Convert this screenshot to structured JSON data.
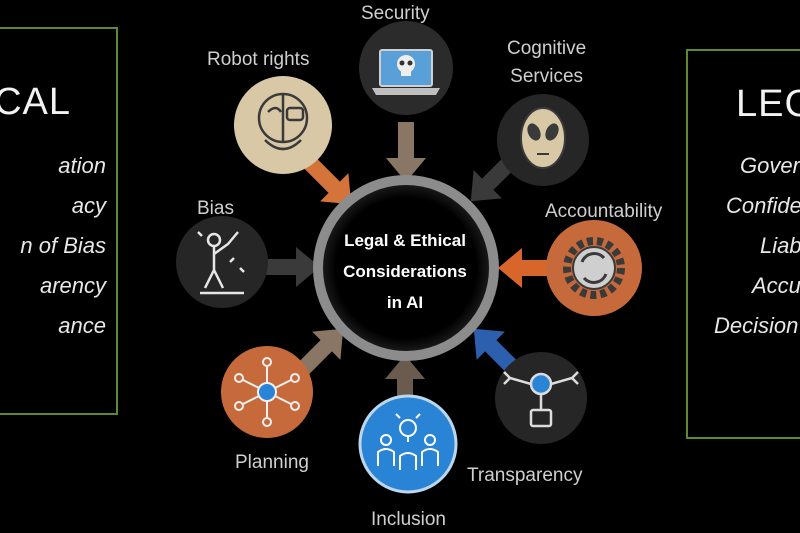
{
  "left_panel": {
    "title": "ICAL",
    "items": [
      "ation",
      "acy",
      "n of Bias",
      "arency",
      "ance"
    ]
  },
  "right_panel": {
    "title": "LEG",
    "items": [
      "Gover",
      "Confide",
      "Liab",
      "Accu",
      "Decision"
    ]
  },
  "center": {
    "title_line1": "Legal & Ethical",
    "title_line2": "Considerations",
    "title_line3": "in AI"
  },
  "nodes": {
    "security": "Security",
    "robot_rights": "Robot rights",
    "cognitive_line1": "Cognitive",
    "cognitive_line2": "Services",
    "bias": "Bias",
    "accountability": "Accountability",
    "planning": "Planning",
    "inclusion": "Inclusion",
    "transparency": "Transparency"
  },
  "colors": {
    "background": "#000000",
    "panel_border": "#5d8a2c",
    "center_ring": "#8c8c8c",
    "arrow_tan": "#8a7664",
    "arrow_orange": "#d8662a",
    "arrow_blue": "#2c5fae",
    "arrow_gray": "#3a3a3a",
    "circle_tan": "#d9c8a6",
    "circle_orange": "#c76a3b",
    "circle_blue": "#2a84d6",
    "circle_dark": "#2b2b2b"
  },
  "icons": [
    "laptop-skull-icon",
    "robot-head-icon",
    "alien-head-icon",
    "person-sword-icon",
    "gear-cycle-icon",
    "network-people-icon",
    "group-idea-icon",
    "robot-arm-tools-icon"
  ]
}
